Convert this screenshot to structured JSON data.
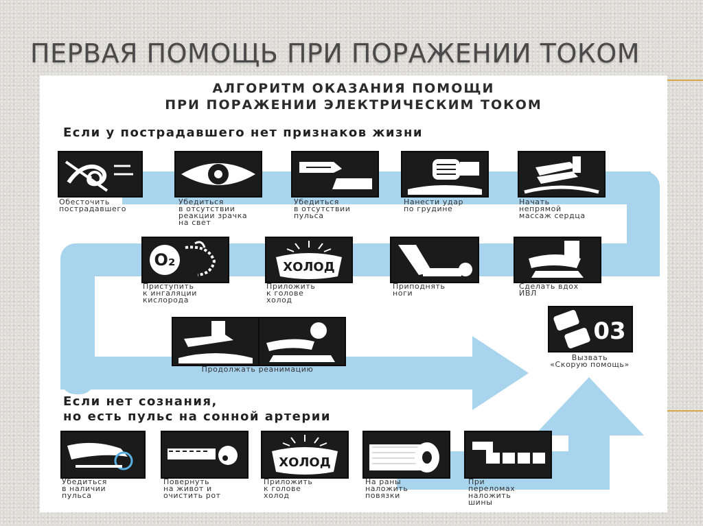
{
  "slide": {
    "title": "ПЕРВАЯ ПОМОЩЬ ПРИ ПОРАЖЕНИИ ТОКОМ"
  },
  "poster": {
    "title_line1": "АЛГОРИТМ ОКАЗАНИЯ ПОМОЩИ",
    "title_line2": "ПРИ ПОРАЖЕНИИ ЭЛЕКТРИЧЕСКИМ ТОКОМ",
    "section1_heading": "Если у пострадавшего нет признаков жизни",
    "section2_heading_line1": "Если нет сознания,",
    "section2_heading_line2": "но есть пульс на сонной артерии",
    "cold_label": "ХОЛОД",
    "oxygen_label": "O₂",
    "ambulance_number": "03",
    "colors": {
      "arrow": "#a9d4ee",
      "card": "#1b1b1b",
      "accent_line": "#d9a648"
    }
  },
  "steps_row1": [
    {
      "icon": "hand-releasing-wire-icon",
      "caption": "Обесточить\nпострадавшего"
    },
    {
      "icon": "eye-icon",
      "caption": "Убедиться\nв отсутствии\nреакции зрачка\nна свет"
    },
    {
      "icon": "pulse-check-hand-icon",
      "caption": "Убедиться\nв отсутствии\nпульса"
    },
    {
      "icon": "fist-strike-icon",
      "caption": "Нанести удар\nпо грудине"
    },
    {
      "icon": "heart-massage-icon",
      "caption": "Начать\nнепрямой\nмассаж сердца"
    }
  ],
  "steps_row2": [
    {
      "icon": "oxygen-mask-icon",
      "caption": "Приступить\nк ингаляции\nкислорода"
    },
    {
      "icon": "cold-pack-icon",
      "caption": "Приложить\nк голове\nхолод"
    },
    {
      "icon": "raise-legs-icon",
      "caption": "Приподнять\nноги"
    },
    {
      "icon": "rescue-breath-icon",
      "caption": "Сделать вдох\nИВЛ"
    }
  ],
  "steps_row3": [
    {
      "icon": "chest-compression-icon"
    },
    {
      "icon": "ventilation-icon"
    }
  ],
  "row3_caption": "Продолжать реанимацию",
  "ambulance": {
    "icon": "phone-03-icon",
    "caption": "Вызвать\n«Скорую помощь»"
  },
  "steps_row4": [
    {
      "icon": "carotid-pulse-icon",
      "caption": "Убедиться\nв наличии\nпульса"
    },
    {
      "icon": "turn-on-stomach-icon",
      "caption": "Повернуть\nна живот и\nочистить рот"
    },
    {
      "icon": "cold-pack-icon",
      "caption": "Приложить\nк голове\nхолод"
    },
    {
      "icon": "bandage-roll-icon",
      "caption": "На раны\nналожить\nповязки"
    },
    {
      "icon": "splint-icon",
      "caption": "При\nпереломах\nналожить\nшины"
    }
  ]
}
